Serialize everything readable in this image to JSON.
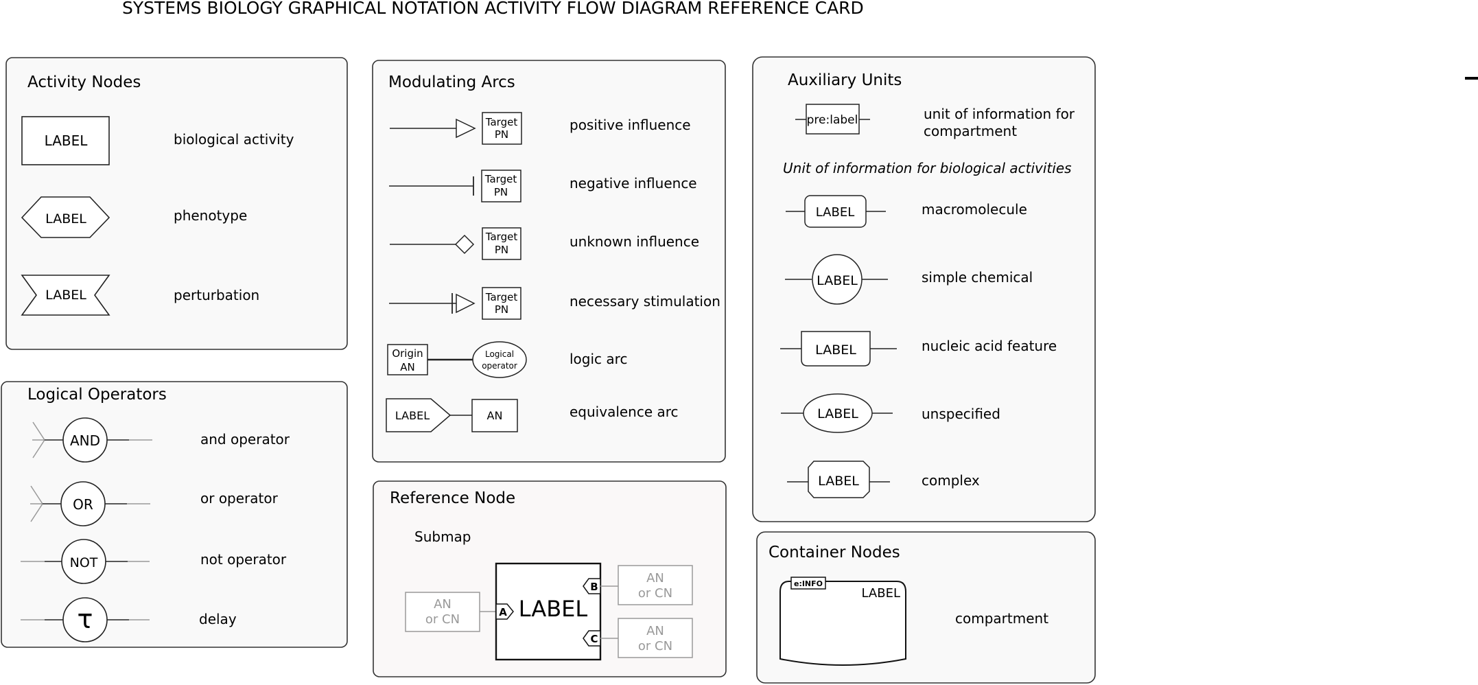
{
  "title": "SYSTEMS BIOLOGY GRAPHICAL NOTATION ACTIVITY FLOW DIAGRAM REFERENCE CARD",
  "activity_nodes": {
    "heading": "Activity Nodes",
    "glyph_label": "LABEL",
    "items": [
      {
        "name": "biological activity"
      },
      {
        "name": "phenotype"
      },
      {
        "name": "perturbation"
      }
    ]
  },
  "logical_operators": {
    "heading": "Logical Operators",
    "items": [
      {
        "symbol": "AND",
        "name": "and operator"
      },
      {
        "symbol": "OR",
        "name": "or operator"
      },
      {
        "symbol": "NOT",
        "name": "not operator"
      },
      {
        "symbol": "τ",
        "name": "delay"
      }
    ]
  },
  "modulating_arcs": {
    "heading": "Modulating Arcs",
    "target_line1": "Target",
    "target_line2": "PN",
    "items": [
      {
        "name": "positive influence"
      },
      {
        "name": "negative influence"
      },
      {
        "name": "unknown influence"
      },
      {
        "name": "necessary stimulation"
      },
      {
        "name": "logic arc",
        "origin_line1": "Origin",
        "origin_line2": "AN",
        "operator_line1": "Logical",
        "operator_line2": "operator"
      },
      {
        "name": "equivalence arc",
        "tag_label": "LABEL",
        "node_label": "AN"
      }
    ]
  },
  "reference_node": {
    "heading": "Reference Node",
    "submap_title": "Submap",
    "center_label": "LABEL",
    "port_a": "A",
    "port_b": "B",
    "port_c": "C",
    "ext_line1": "AN",
    "ext_line2": "or CN"
  },
  "auxiliary_units": {
    "heading": "Auxiliary Units",
    "compartment_unit_glyph": "pre:label",
    "compartment_unit_text_line1": "unit of information for",
    "compartment_unit_text_line2": "compartment",
    "bio_subheading": "Unit of information for biological activities",
    "glyph_label": "LABEL",
    "items": [
      {
        "name": "macromolecule"
      },
      {
        "name": "simple chemical"
      },
      {
        "name": "nucleic acid feature"
      },
      {
        "name": "unspecified"
      },
      {
        "name": "complex"
      }
    ]
  },
  "container_nodes": {
    "heading": "Container Nodes",
    "info_tag": "e:INFO",
    "glyph_label": "LABEL",
    "name": "compartment"
  }
}
